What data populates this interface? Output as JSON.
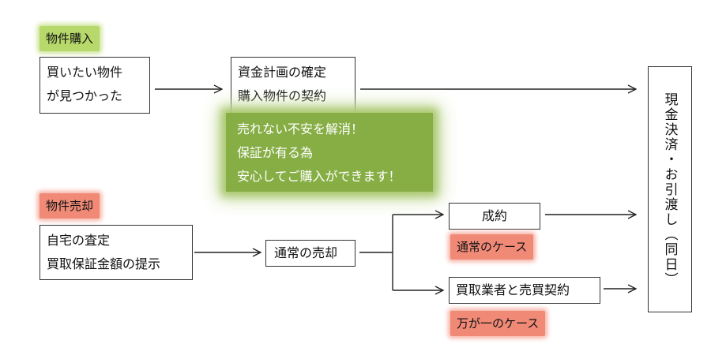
{
  "purchase": {
    "heading": "物件購入",
    "found_box": {
      "line1": "買いたい物件",
      "line2": "が見つかった"
    },
    "plan_box": {
      "line1": "資金計画の確定",
      "line2": "購入物件の契約"
    },
    "note": {
      "line1": "売れない不安を解消！",
      "line2": "保証が有る為",
      "line3": "安心してご購入ができます！"
    }
  },
  "sale": {
    "heading": "物件売却",
    "assess_box": {
      "line1": "自宅の査定",
      "line2": "買取保証金額の提示"
    },
    "normal_sale_box": "通常の売却",
    "contract_box": "成約",
    "normal_case_tag": "通常のケース",
    "buyer_box": "買取業者と売買契約",
    "emergency_tag": "万が一のケース"
  },
  "final_box": "現金決済・お引渡し（同日）",
  "colors": {
    "green_tag": "#b7d86a",
    "green_note": "#86ae45",
    "red_tag": "#f08a77"
  }
}
